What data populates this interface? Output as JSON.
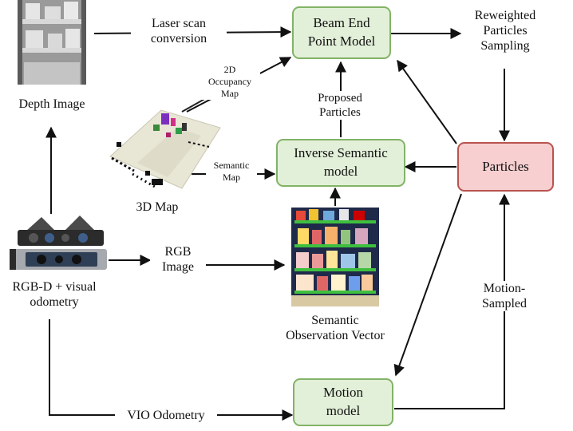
{
  "nodes": {
    "beam_end": {
      "lines": [
        "Beam End",
        "Point Model"
      ]
    },
    "inverse_semantic": {
      "lines": [
        "Inverse Semantic",
        "model"
      ]
    },
    "particles": {
      "label": "Particles"
    },
    "motion_model": {
      "lines": [
        "Motion",
        "model"
      ]
    }
  },
  "labels": {
    "depth_image": "Depth Image",
    "laser_scan": [
      "Laser scan",
      "conversion"
    ],
    "reweighted": [
      "Reweighted",
      "Particles",
      "Sampling"
    ],
    "occupancy": [
      "2D",
      "Occupancy",
      "Map"
    ],
    "proposed": [
      "Proposed",
      "Particles"
    ],
    "semantic_map": [
      "Semantic",
      "Map"
    ],
    "map3d": "3D Map",
    "rgb_image": [
      "RGB",
      "Image"
    ],
    "rgbd": [
      "RGB-D + visual",
      "odometry"
    ],
    "semantic_obs": [
      "Semantic",
      "Observation Vector"
    ],
    "motion_sampled": [
      "Motion-",
      "Sampled"
    ],
    "vio": "VIO Odometry"
  },
  "colors": {
    "green_fill": "#e3f0d9",
    "green_border": "#82b366",
    "red_fill": "#f7cfd0",
    "red_border": "#b85450",
    "arrow": "#111111"
  }
}
